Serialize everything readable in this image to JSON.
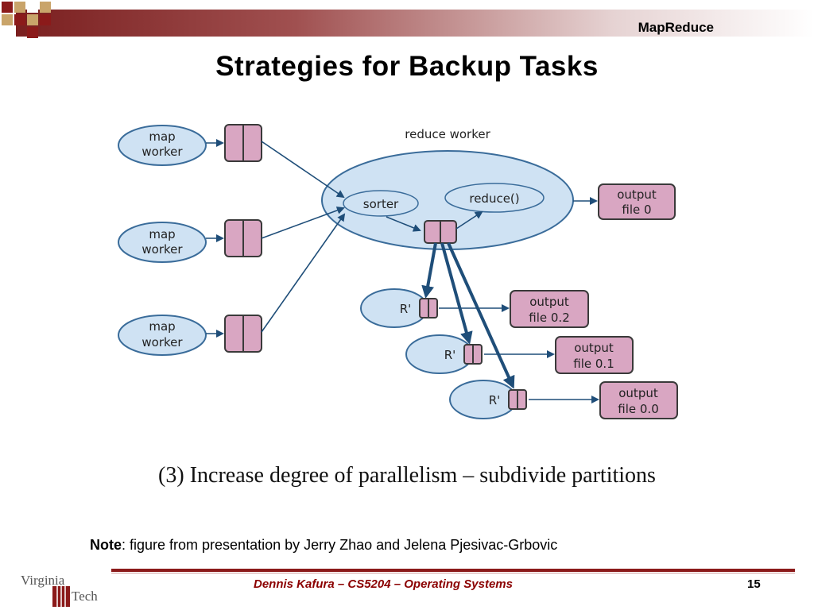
{
  "header": {
    "title": "MapReduce"
  },
  "slide": {
    "title": "Strategies for Backup Tasks"
  },
  "diagram": {
    "map_worker_label": [
      "map",
      "worker"
    ],
    "reduce_worker_label": "reduce worker",
    "sorter_label": "sorter",
    "reduce_label": "reduce()",
    "backup_label": "R'",
    "outputs": [
      [
        "output",
        "file 0"
      ],
      [
        "output",
        "file 0.2"
      ],
      [
        "output",
        "file 0.1"
      ],
      [
        "output",
        "file 0.0"
      ]
    ]
  },
  "caption": "(3) Increase degree of parallelism – subdivide partitions",
  "note": {
    "label": "Note",
    "text": ": figure from presentation by Jerry Zhao and Jelena Pjesivac-Grbovic"
  },
  "footer": {
    "text": "Dennis Kafura – CS5204 – Operating Systems",
    "page": "15"
  },
  "logo": {
    "line1": "Virginia",
    "line2": "Tech"
  },
  "colors": {
    "accent": "#8b1a1a",
    "ellipse_fill": "#cfe2f3",
    "ellipse_stroke": "#3a6c9a",
    "box_fill": "#d9a6c2",
    "box_stroke": "#3a3a3a",
    "arrow": "#1f4e79"
  }
}
